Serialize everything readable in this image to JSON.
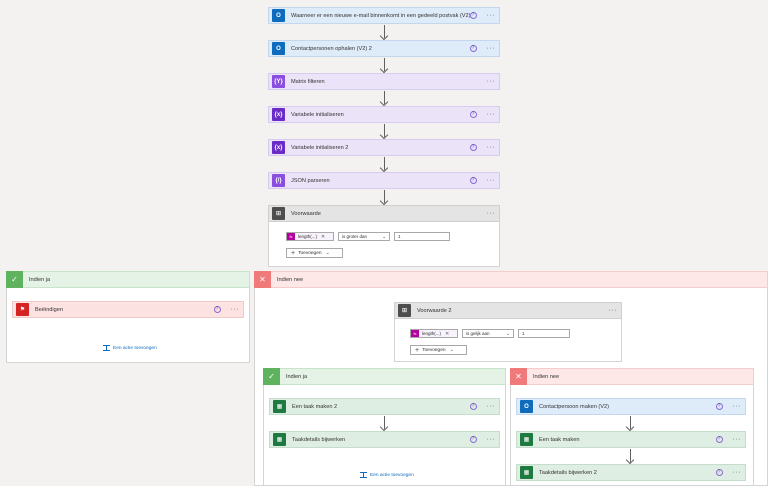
{
  "steps": {
    "s1": "Waarneer er een nieuwe e-mail binnenkomt in een gedeeld postvak (V2)",
    "s2": "Contactpersonen ophalen (V2) 2",
    "s3": "Matrix filteren",
    "s4": "Variabele initialiseren",
    "s5": "Variabele initialiseren 2",
    "s6": "JSON parseren",
    "cond1": "Voorwaarde"
  },
  "cond1": {
    "token": "length(...)",
    "operator": "is groter dan",
    "value": "1",
    "add_label": "Toevoegen"
  },
  "branches": {
    "yes_label": "Indien ja",
    "no_label": "Indien nee",
    "stop": "Beëindigen",
    "add_action": "Een actie toevoegen"
  },
  "cond2": {
    "title": "Voorwaarde 2",
    "token": "length(...)",
    "operator": "is gelijk aan",
    "value": "1",
    "add_label": "Toevoegen"
  },
  "inner": {
    "yes_label": "Indien ja",
    "no_label": "Indien nee",
    "yes_step1": "Een taak maken 2",
    "yes_step2": "Taakdetails bijwerken",
    "no_step1": "Contactpersoon maken (V2)",
    "no_step2": "Een taak maken",
    "no_step3": "Taakdetails bijwerken 2",
    "add_action": "Een actie toevoegen"
  },
  "icons": {
    "help": "help-icon",
    "more": "more-icon",
    "check": "check-icon",
    "close": "close-icon",
    "chevron": "chevron-down-icon",
    "plus": "plus-icon"
  },
  "glyphs": {
    "help": "?",
    "more": "···",
    "check": "✓",
    "close": "✕",
    "plus": "+",
    "chevron": "⌄",
    "fx": "fx",
    "x": "✕",
    "var": "{x}",
    "filter": "{Y}",
    "json": "{/}"
  },
  "colors": {
    "outlook": "#0f6cbd",
    "variable": "#8b4fe0",
    "condition": "#4d4d4d",
    "planner": "#1e7a40",
    "stop": "#d42323",
    "yes": "#5fb35f",
    "no": "#f07a7a"
  }
}
